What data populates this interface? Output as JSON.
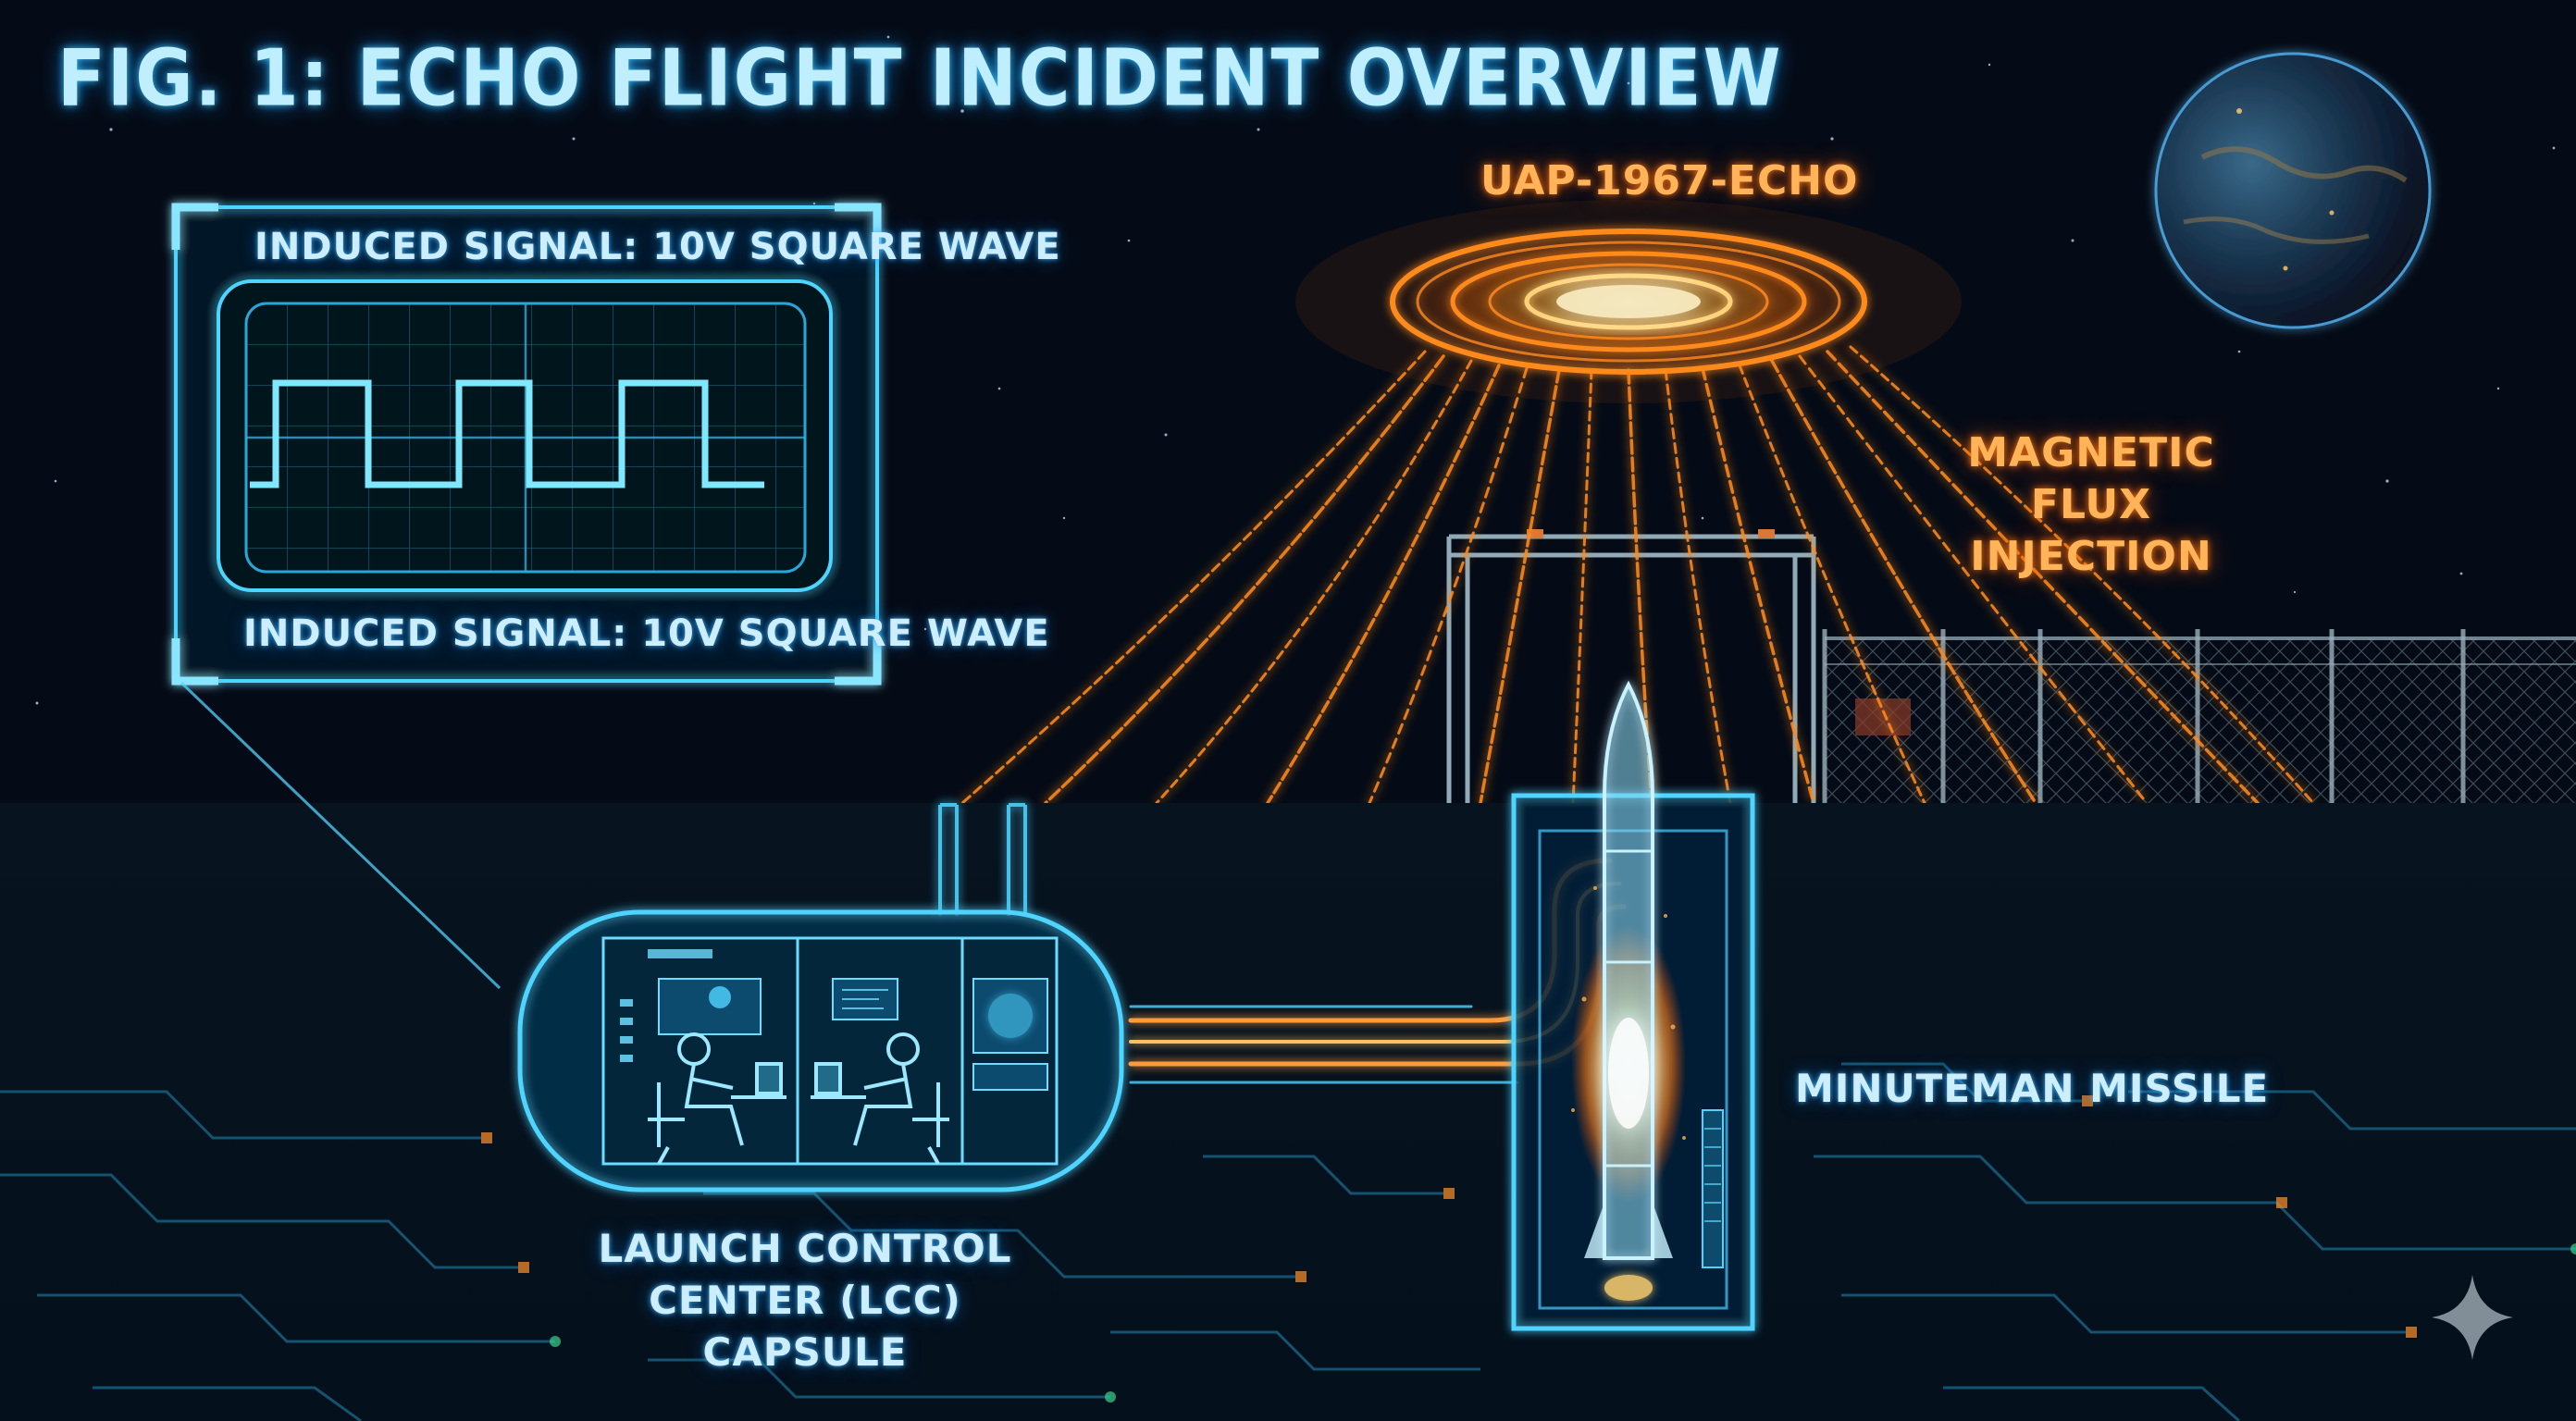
{
  "figure": {
    "title": "FIG. 1: ECHO FLIGHT INCIDENT OVERVIEW"
  },
  "labels": {
    "uap": "UAP-1967-ECHO",
    "flux": "MAGNETIC FLUX INJECTION",
    "missile": "MINUTEMAN MISSILE",
    "lcc": "LAUNCH CONTROL CENTER (LCC) CAPSULE"
  },
  "oscilloscope": {
    "caption_top": "INDUCED SIGNAL: 10V SQUARE WAVE",
    "caption_bottom": "INDUCED SIGNAL: 10V SQUARE WAVE"
  },
  "colors": {
    "background": "#050b16",
    "hologram_cyan": "#4fd4ff",
    "flux_orange": "#ff8a1e",
    "label_orange": "#ffb45a"
  }
}
